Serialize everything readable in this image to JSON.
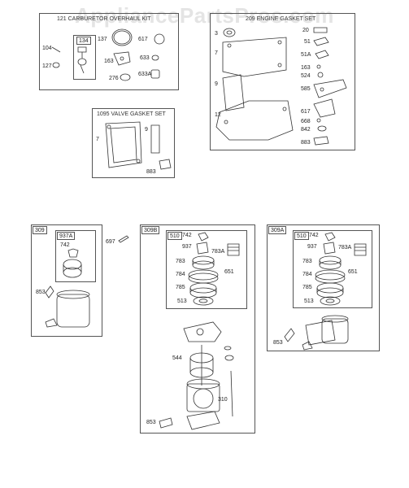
{
  "watermark": "AppliancePartsPros.com",
  "sets": {
    "carb_kit": {
      "title": "121 CARBURETOR OVERHAUL KIT",
      "sub_tag": "134",
      "labels": {
        "p104": "104",
        "p127": "127",
        "p137": "137",
        "p617": "617",
        "p163": "163",
        "p633": "633",
        "p276": "276",
        "p633a": "633A"
      }
    },
    "engine_gasket": {
      "title": "209 ENGINE GASKET SET",
      "labels": {
        "p3": "3",
        "p20": "20",
        "p51": "51",
        "p7": "7",
        "p51a": "51A",
        "p163": "163",
        "p524": "524",
        "p9": "9",
        "p585": "585",
        "p12": "12",
        "p617": "617",
        "p668": "668",
        "p842": "842",
        "p883": "883"
      }
    },
    "valve_gasket": {
      "title": "1095 VALVE GASKET SET",
      "labels": {
        "p7": "7",
        "p9": "9",
        "p883": "883"
      }
    }
  },
  "motors": {
    "m309": {
      "tag": "309",
      "sub_tag": "937A",
      "labels": {
        "p742": "742",
        "p853": "853",
        "p697": "697"
      }
    },
    "m309b": {
      "tag": "309B",
      "sub_tag": "510",
      "labels": {
        "p742": "742",
        "p937": "937",
        "p783a": "783A",
        "p783": "783",
        "p651": "651",
        "p784": "784",
        "p785": "785",
        "p513": "513",
        "p544": "544",
        "p310": "310",
        "p853": "853"
      }
    },
    "m309a": {
      "tag": "309A",
      "sub_tag": "510",
      "labels": {
        "p742": "742",
        "p937": "937",
        "p783a": "783A",
        "p783": "783",
        "p651": "651",
        "p784": "784",
        "p785": "785",
        "p513": "513",
        "p853": "853"
      }
    }
  }
}
